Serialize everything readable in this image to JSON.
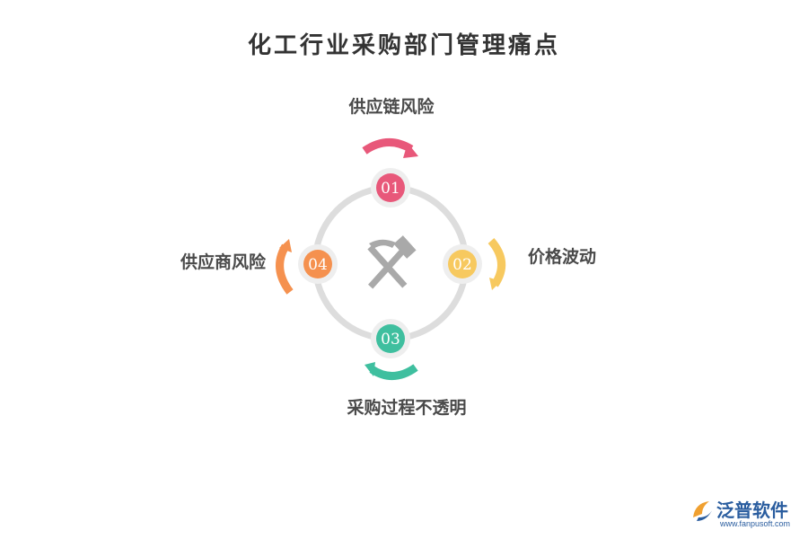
{
  "title": "化工行业采购部门管理痛点",
  "items": [
    {
      "number": "01",
      "label": "供应链风险",
      "color": "#e8587a"
    },
    {
      "number": "02",
      "label": "价格波动",
      "color": "#f7c95f"
    },
    {
      "number": "03",
      "label": "采购过程不透明",
      "color": "#3fbf9f"
    },
    {
      "number": "04",
      "label": "供应商风险",
      "color": "#f5914f"
    }
  ],
  "center_icon": "hammer-and-pickaxe-icon",
  "logo": {
    "name": "泛普软件",
    "url": "www.fanpusoft.com"
  }
}
